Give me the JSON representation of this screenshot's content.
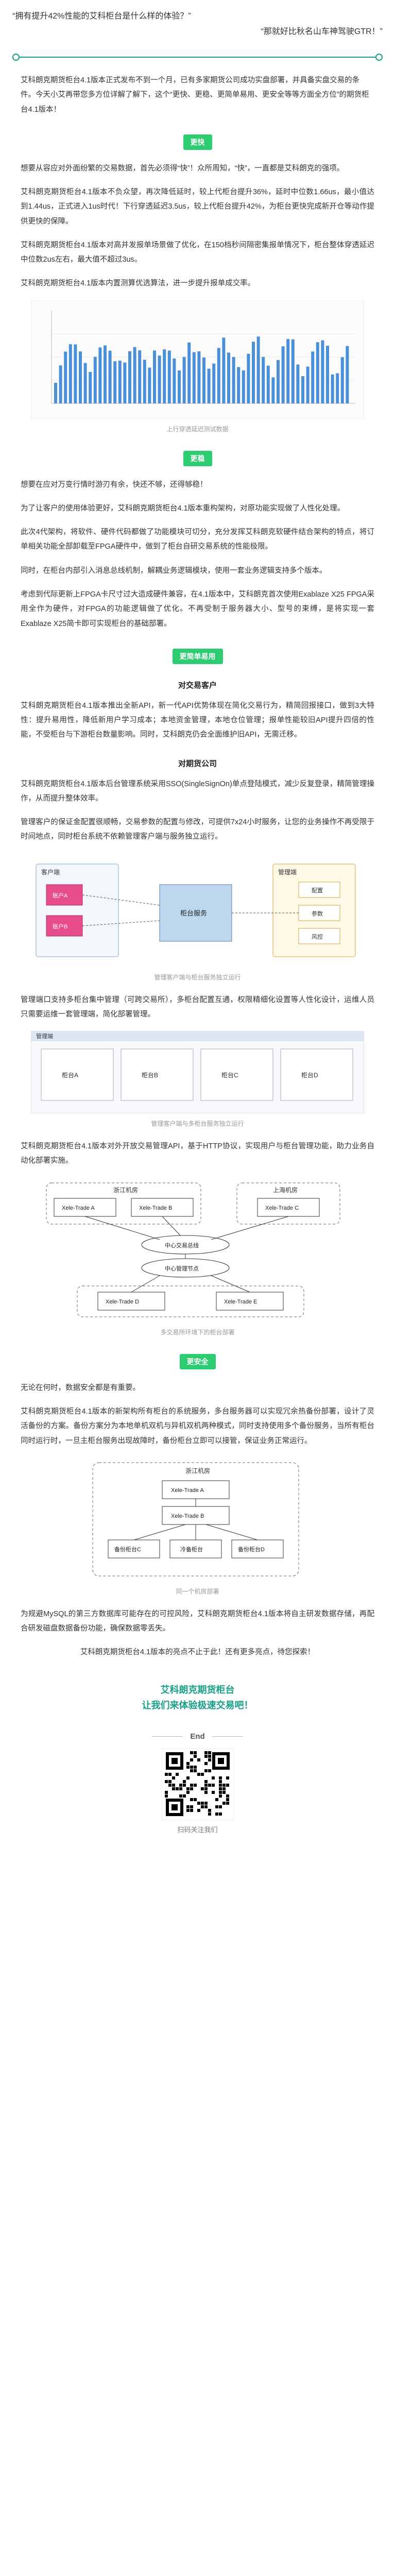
{
  "header": {
    "quote_1": "“拥有提升42%性能的艾科柜台是什么样的体验？”",
    "quote_2": "“那就好比秋名山车神驾驶GTR！”"
  },
  "intro": "艾科朗克期货柜台4.1版本正式发布不到一个月，已有多家期货公司成功实盘部署，并具备实盘交易的条件。今天小艾再带您多方位详解了解下，这个“更快、更稳、更简单易用、更安全等等方面全方位”的期货柜台4.1版本！",
  "sections": {
    "faster": {
      "badge": "更快",
      "p1": "想要从容应对外面纷繁的交易数据，首先必须得“快”！众所周知，“快”，一直都是艾科朗克的强项。",
      "p2": "艾科朗克期货柜台4.1版本不负众望，再次降低延时，较上代柜台提升36%，延时中位数1.66us，最小值达到1.44us，正式进入1us时代！下行穿透延迟3.5us，较上代柜台提升42%，为柜台更快完成新开仓等动作提供更快的保障。",
      "p3": "艾科朗克期货柜台4.1版本对高并发报单场景做了优化，在150档秒间隔密集报单情况下，柜台整体穿透延迟中位数2us左右，最大值不超过3us。",
      "p4": "艾科朗克期货柜台4.1版本内置测算优选算法，进一步提升报单成交率。",
      "figure_caption": "上行穿透延迟测试数据"
    },
    "stable": {
      "badge": "更稳",
      "p1": "想要在应对万变行情时游刃有余，快还不够，还得够稳！",
      "p2": "为了让客户的使用体验更好，艾科朗克期货柜台4.1版本重构架构，对原功能实现做了人性化处理。",
      "p3": "此次4代架构，将软件、硬件代码都做了功能模块可切分，充分发挥艾科朗克软硬件结合架构的特点，将订单相关功能全部卸载至FPGA硬件中，做到了柜台自研交易系统的性能极限。",
      "p4": "同时，在柜台内部引入消息总线机制，解耦业务逻辑模块，使用一套业务逻辑支持多个版本。",
      "p5": "考虑到代际更新上FPGA卡尺寸过大造成硬件兼容，在4.1版本中，艾科朗克首次使用Exablaze X25 FPGA采用全作为硬件，对FPGA的功能逻辑做了优化。不再受制于服务器大小、型号的束缚，是将实现一套Exablaze X25简卡即可实现柜台的基础部署。"
    },
    "easy": {
      "badge": "更简单易用",
      "sub_1": "对交易客户",
      "p1": "艾科朗克期货柜台4.1版本推出全新API，新一代API优势体现在简化交易行为，精简回报接口，做到3大特性：提升易用性，降低新用户学习成本；本地资金管理，本地仓位管理；报单性能较旧API提升四倍的性能，不受柜台与下游柜台数量影响。同时，艾科朗克仍会全面维护旧API，无需迁移。",
      "sub_2": "对期货公司",
      "p2": "艾科朗克期货柜台4.1版本后台管理系统采用SSO(SingleSignOn)单点登陆模式，减少反复登录，精简管理操作，从而提升整体效率。",
      "p3": "管理客户的保证金配置很顺畅，交易参数的配置与修改，可提供7x24小时服务，让您的业务操作不再受限于时间地点，同时柜台系统不依赖管理客户端与服务独立运行。",
      "fig1_caption": "管理客户端与柜台服务独立运行",
      "p4": "管理端口支持多柜台集中管理（可跨交易所），多柜台配置互通，权限精细化设置等人性化设计，运维人员只需要运维一套管理端，简化部署管理。",
      "fig2_caption": "管理客户端与多柜台服务独立运行",
      "p5": "艾科朗克期货柜台4.1版本对外开放交易管理API，基于HTTP协议，实现用户与柜台管理功能，助力业务自动化部署实施。",
      "fig3_caption": "多交易所环境下的柜台部署"
    },
    "secure": {
      "badge": "更安全",
      "p1": "无论在何时，数据安全都是有重要。",
      "p2": "艾科朗克期货柜台4.1版本的新架构所有柜台的系统服务，多台服务器可以实现冗余热备份部署，设计了灵活备份的方案。备份方案分为本地单机双机与异机双机两种模式，同时支持使用多个备份服务，当所有柜台同时运行时，一旦主柜台服务出现故障时，备份柜台立即可以接管，保证业务正常运行。",
      "fig4_caption": "同一个机房部署",
      "p3": "为规避MySQL的第三方数据库可能存在的可控风险，艾科朗克期货柜台4.1版本将自主研发数据存储，再配合研发磁盘数据备份功能，确保数据零丢失。"
    },
    "conclusion": "艾科朗克期货柜台4.1版本的亮点不止于此！还有更多亮点，待您探索！"
  },
  "closing": {
    "line1": "艾科朗克期货柜台",
    "line2": "让我们来体验极速交易吧！"
  },
  "footer": {
    "end_label": "End",
    "qr_label": "扫码关注我们"
  },
  "diagram_1": {
    "left_title": "客户端",
    "left_a": "账户A",
    "left_b": "账户B",
    "center": "柜台服务",
    "right_title": "管理端",
    "right_a": "配置",
    "right_b": "参数",
    "right_c": "风控"
  },
  "diagram_2": {
    "mgmt": "管理端",
    "a": "柜台A",
    "b": "柜台B",
    "c": "柜台C",
    "d": "柜台D"
  },
  "diagram_3": {
    "dc1": "浙江机房",
    "dc2": "上海机房",
    "n1": "Xele-Trade A",
    "n2": "Xele-Trade B",
    "n3": "Xele-Trade C",
    "n4": "Xele-Trade D",
    "n5": "Xele-Trade E",
    "hub1": "中心交易总线",
    "hub2": "中心管理节点"
  },
  "diagram_4": {
    "dc": "浙江机房",
    "n1": "Xele-Trade A",
    "n2": "Xele-Trade B",
    "backup1": "备份柜台C",
    "backup2": "冷备柜台",
    "backup3": "备份柜台D"
  },
  "colors": {
    "accent": "#16a085",
    "badge": "#2ecc71",
    "chart_bar": "#4a90d9"
  }
}
